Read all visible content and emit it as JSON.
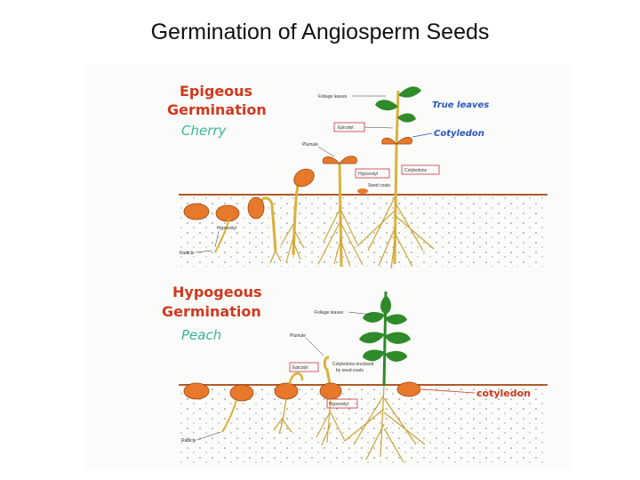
{
  "title": "Germination of Angiosperm Seeds",
  "colors": {
    "seed": "#e8792a",
    "leaf": "#2f8a2a",
    "stem": "#d9b23a",
    "root": "#c9a236",
    "label_red": "#d0391f",
    "label_blue": "#2a55c8",
    "label_teal": "#38b59a",
    "box": "#cc3344"
  },
  "epigeous": {
    "heading_line1": "Epigeous",
    "heading_line2": "Germination",
    "example": "Cherry",
    "labels": {
      "foliage_leaves": "Foliage leaves",
      "true_leaves": "True leaves",
      "epicotyl": "Epicotyl",
      "cotyledon": "Cotyledon",
      "plumule": "Plumule",
      "hypocotyl_box": "Hypocotyl",
      "cotyledons": "Cotyledons",
      "seed_coats": "Seed coats",
      "hypocotyl": "Hypocotyl",
      "radicle": "Radicle"
    }
  },
  "hypogeous": {
    "heading_line1": "Hypogeous",
    "heading_line2": "Germination",
    "example": "Peach",
    "labels": {
      "foliage_leaves": "Foliage leaves",
      "plumule": "Plumule",
      "epicotyl": "Epicotyl",
      "cotyledons_enclosed_1": "Cotyledons enclosed",
      "cotyledons_enclosed_2": "by seed coats",
      "hypocotyl": "Hypocotyl",
      "cotyledon": "cotyledon",
      "radicle": "Radicle"
    }
  }
}
